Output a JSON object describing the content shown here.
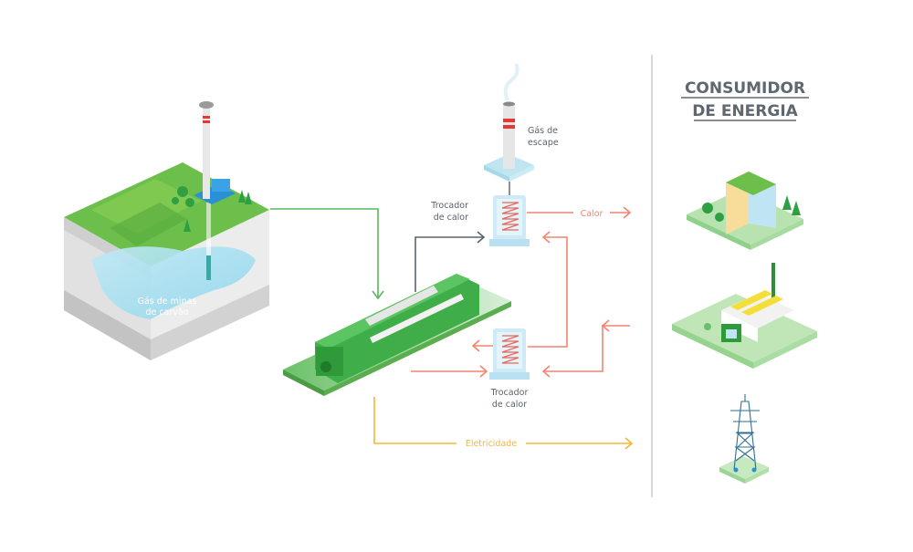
{
  "title": {
    "line1": "CONSUMIDOR",
    "line2": "DE ENERGIA"
  },
  "labels": {
    "mine_gas_line1": "Gás de minas",
    "mine_gas_line2": "de carvão",
    "exhaust_line1": "Gás de",
    "exhaust_line2": "escape",
    "heat_exchanger_top_line1": "Trocador",
    "heat_exchanger_top_line2": "de calor",
    "heat_exchanger_bottom_line1": "Trocador",
    "heat_exchanger_bottom_line2": "de calor",
    "heat": "Calor",
    "electricity": "Eletricidade"
  },
  "colors": {
    "gas_flow": "#5cb85c",
    "exhaust_flow": "#5a636b",
    "heat_flow": "#f3846f",
    "electricity_flow": "#f5b731",
    "divider": "#c8cdd1",
    "title": "#5f6770"
  },
  "consumers": [
    {
      "name": "office-building"
    },
    {
      "name": "factory"
    },
    {
      "name": "power-pylon"
    }
  ]
}
